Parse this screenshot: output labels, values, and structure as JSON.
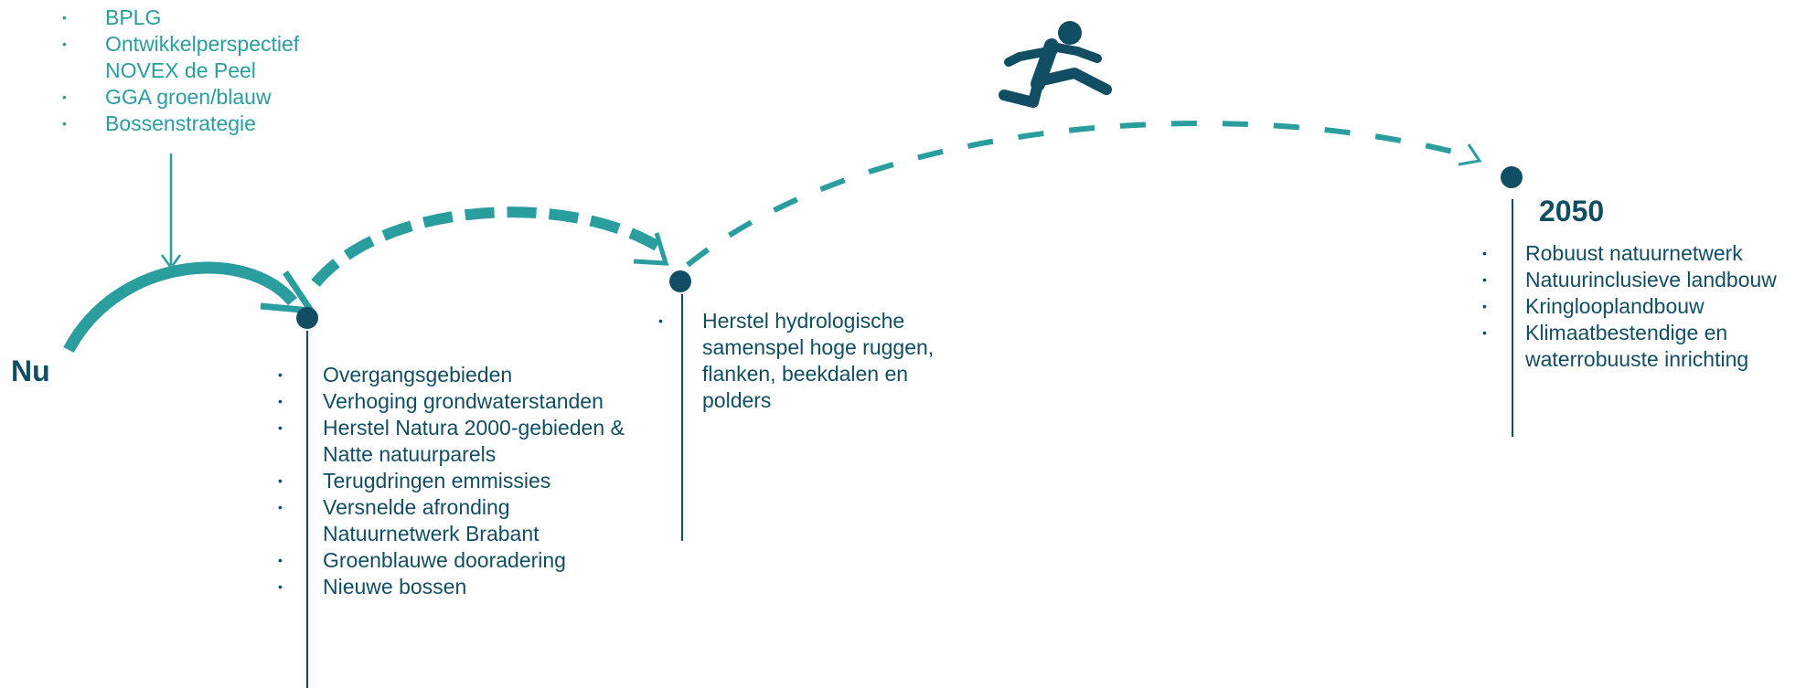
{
  "colors": {
    "teal": "#2a9d9f",
    "navy": "#124e63"
  },
  "inputs": {
    "items": [
      "BPLG",
      "Ontwikkelperspectief NOVEX de Peel",
      "GGA groen/blauw",
      "Bossenstrategie"
    ]
  },
  "start_label": "Nu",
  "step1": {
    "items": [
      "Overgangsgebieden",
      "Verhoging grondwaterstanden",
      "Herstel Natura 2000-gebieden & Natte natuurparels",
      "Terugdringen emmissies",
      "Versnelde afronding Natuurnetwerk Brabant",
      "Groenblauwe dooradering",
      "Nieuwe bossen"
    ]
  },
  "step2": {
    "items": [
      "Herstel hydrologische samenspel hoge ruggen, flanken, beekdalen en polders"
    ]
  },
  "end": {
    "year": "2050",
    "items": [
      "Robuust natuurnetwerk",
      "Natuurinclusieve landbouw",
      "Kringlooplandbouw",
      "Klimaatbestendige en waterrobuuste inrichting"
    ]
  },
  "icons": [
    "runner-jumping-icon"
  ]
}
